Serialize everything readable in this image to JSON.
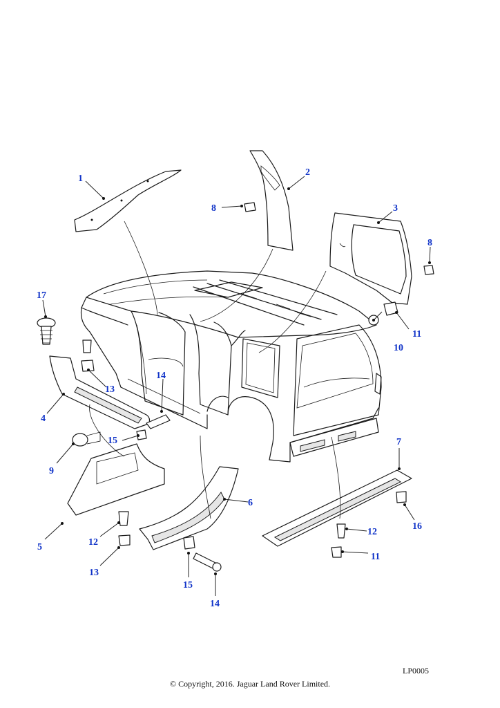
{
  "diagram": {
    "callouts": [
      {
        "id": "c1",
        "label": "1"
      },
      {
        "id": "c2",
        "label": "2"
      },
      {
        "id": "c3",
        "label": "3"
      },
      {
        "id": "c4",
        "label": "4"
      },
      {
        "id": "c5",
        "label": "5"
      },
      {
        "id": "c6",
        "label": "6"
      },
      {
        "id": "c7",
        "label": "7"
      },
      {
        "id": "c8a",
        "label": "8"
      },
      {
        "id": "c8b",
        "label": "8"
      },
      {
        "id": "c9",
        "label": "9"
      },
      {
        "id": "c10",
        "label": "10"
      },
      {
        "id": "c11a",
        "label": "11"
      },
      {
        "id": "c11b",
        "label": "11"
      },
      {
        "id": "c12a",
        "label": "12"
      },
      {
        "id": "c12b",
        "label": "12"
      },
      {
        "id": "c13a",
        "label": "13"
      },
      {
        "id": "c13b",
        "label": "13"
      },
      {
        "id": "c14a",
        "label": "14"
      },
      {
        "id": "c14b",
        "label": "14"
      },
      {
        "id": "c15a",
        "label": "15"
      },
      {
        "id": "c15b",
        "label": "15"
      },
      {
        "id": "c16",
        "label": "16"
      },
      {
        "id": "c17",
        "label": "17"
      }
    ],
    "reference_code": "LP0005",
    "copyright": "© Copyright, 2016. Jaguar Land Rover Limited."
  }
}
